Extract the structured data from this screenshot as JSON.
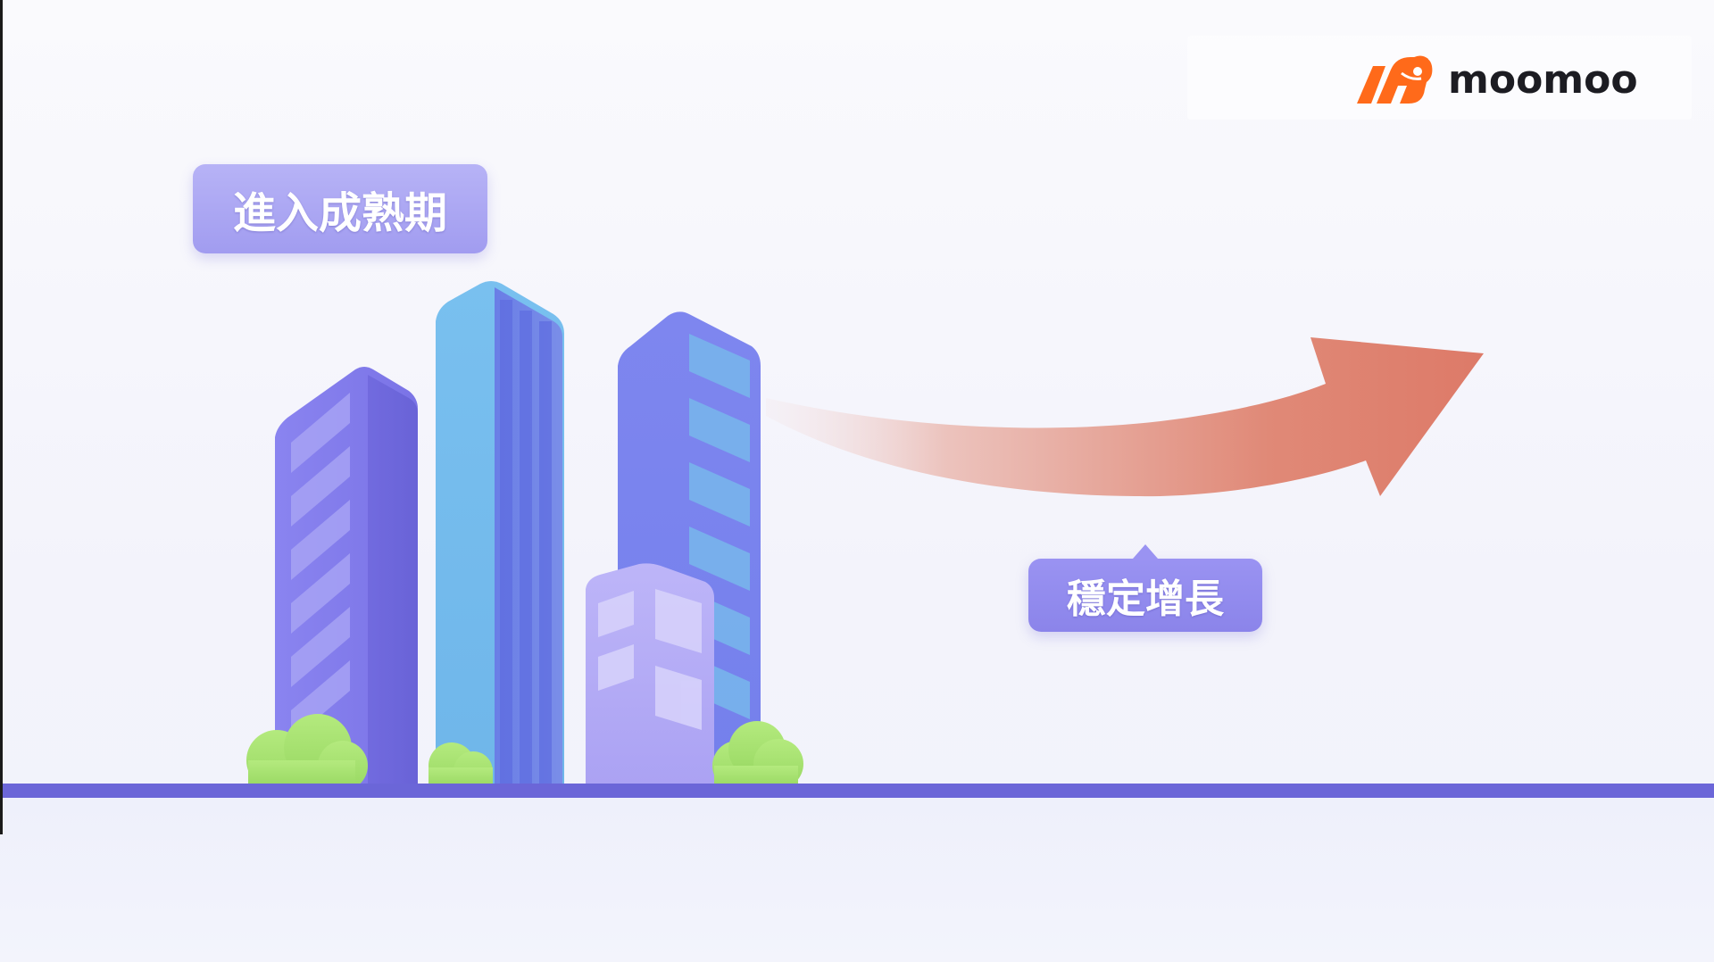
{
  "brand": {
    "name": "moomoo",
    "logo_icon": "bull-head-icon",
    "logo_color": "#ff6a1a"
  },
  "labels": {
    "maturity": "進入成熟期",
    "growth": "穩定增長"
  },
  "colors": {
    "ground": "#6b66d8",
    "arrow": "#dd7a68",
    "building_purple": "#7d78ea",
    "building_blue": "#72b8ea",
    "building_light": "#b3aaf5",
    "bush": "#a6e16f",
    "label_bg": "#a19cf0"
  },
  "icons": {
    "building": "building-icon",
    "tree": "bush-icon",
    "arrow": "trend-arrow-icon"
  }
}
